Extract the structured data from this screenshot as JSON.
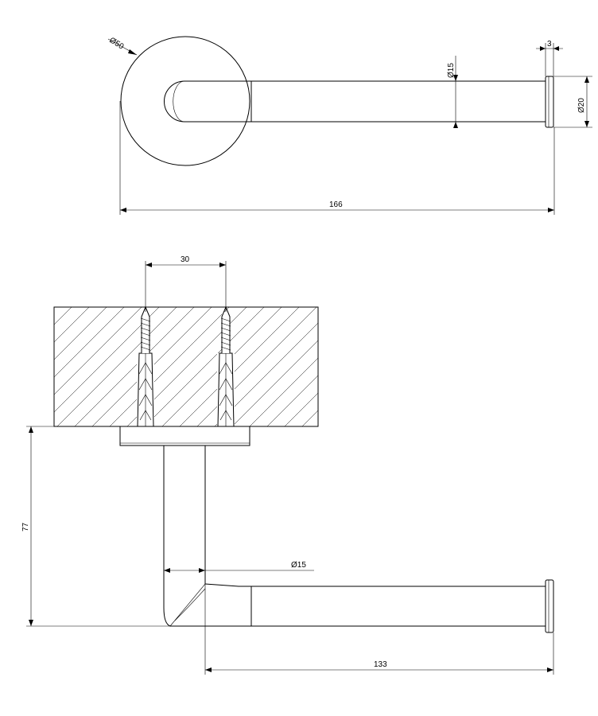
{
  "dimensions": {
    "top_rosette_diameter": "Ø50",
    "top_bar_diameter": "Ø15",
    "top_cap_width": "3",
    "top_cap_diameter": "Ø20",
    "top_overall_length": "166",
    "anchor_spacing": "30",
    "bottom_height": "77",
    "bottom_bar_diameter": "Ø15",
    "bottom_bar_length": "133"
  },
  "colors": {
    "line": "#000000",
    "background": "#ffffff"
  }
}
